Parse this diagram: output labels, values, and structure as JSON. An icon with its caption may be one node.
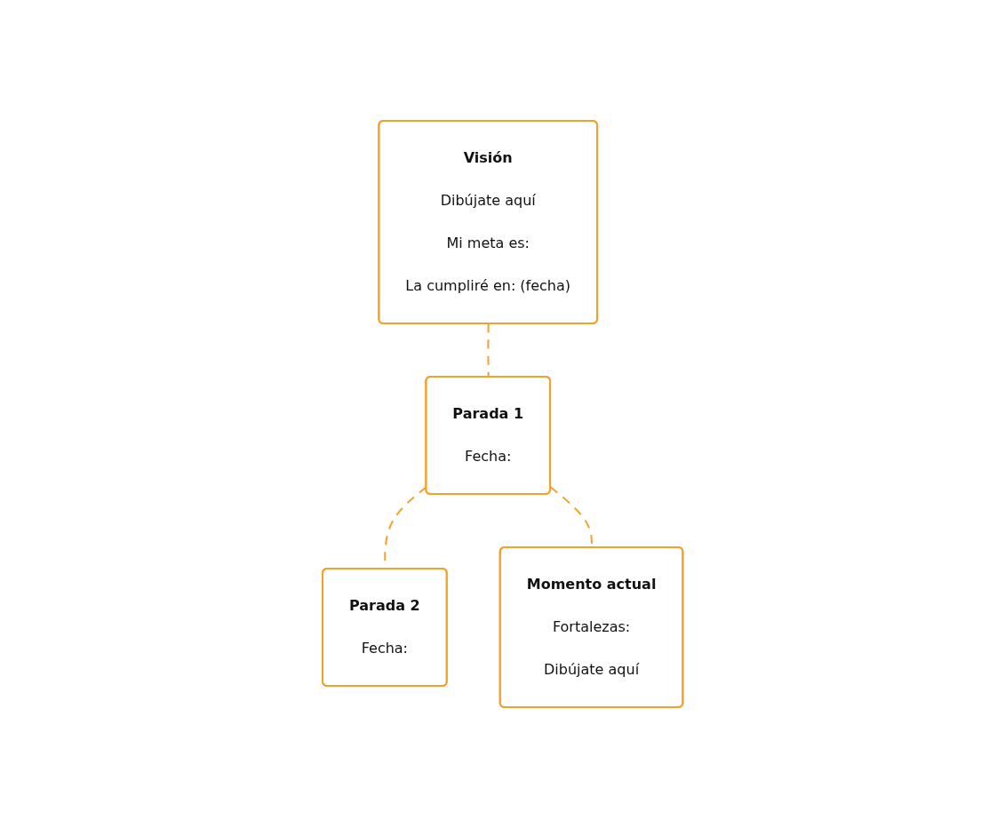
{
  "diagram": {
    "nodes": [
      {
        "text": [
          "Visión",
          "Dibújate aquí",
          "Mi meta es:",
          "La cumpliré en: (fecha)"
        ]
      },
      {
        "text": [
          "Parada 1",
          "Fecha:"
        ]
      },
      {
        "text": [
          "Parada 2",
          "Fecha:"
        ]
      },
      {
        "text": [
          "Momento actual",
          "Fortalezas:",
          "Dibújate aquí"
        ]
      }
    ],
    "edges": [
      {
        "from": 0,
        "to": 1,
        "arrow": "none",
        "style": "dashed"
      },
      {
        "from": 1,
        "to": 2,
        "arrow": "none",
        "style": "dashed"
      },
      {
        "from": 1,
        "to": 3,
        "arrow": "none",
        "style": "dashed"
      }
    ]
  }
}
